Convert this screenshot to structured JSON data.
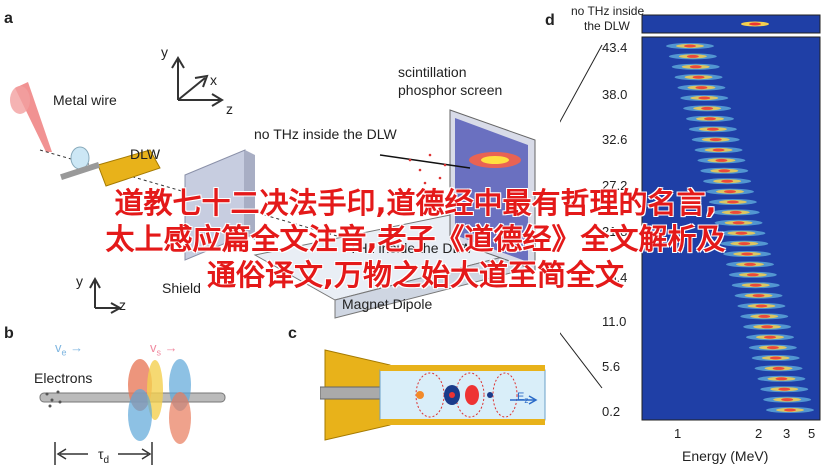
{
  "panels": {
    "a": "a",
    "b": "b",
    "c": "c",
    "d": "d"
  },
  "panel_a": {
    "axis_y": "y",
    "axis_x": "x",
    "axis_z": "z",
    "metal_wire": "Metal wire",
    "dlw": "DLW",
    "scintillation": "scintillation",
    "phosphor_screen": "phosphor screen",
    "no_thz": "no THz inside the DLW",
    "shield": "Shield",
    "thz_inside": "THz inside the DLW",
    "magnet_dipole": "Magnet Dipole",
    "axis2_y": "y",
    "axis2_z": "z"
  },
  "panel_b": {
    "electrons": "Electrons",
    "ve": "v",
    "ve_sub": "e",
    "vs": "v",
    "vs_sub": "s",
    "tau": "τ",
    "tau_sub": "d"
  },
  "panel_c": {
    "ez": "E",
    "ez_sub": "z"
  },
  "panel_d": {
    "inset_label_1": "no THz inside",
    "inset_label_2": "the DLW",
    "yticks": [
      "43.4",
      "38.0",
      "32.6",
      "27.2",
      "21.8",
      "16.4",
      "11.0",
      "5.6",
      "0.2"
    ],
    "xticks": [
      "1",
      "2",
      "3",
      "5"
    ],
    "xlabel": "Energy (MeV)"
  },
  "overlay_lines": [
    "道教七十二决法手印,道德经中最有哲理的名言,",
    "太上感应篇全文注音,老子《道德经》全文解析及",
    "通俗译文,万物之始大道至简全文"
  ],
  "colors": {
    "overlay": "#e41919",
    "heatmap_bg": "#1f3fa6",
    "dlw_gold": "#e8b21a"
  }
}
